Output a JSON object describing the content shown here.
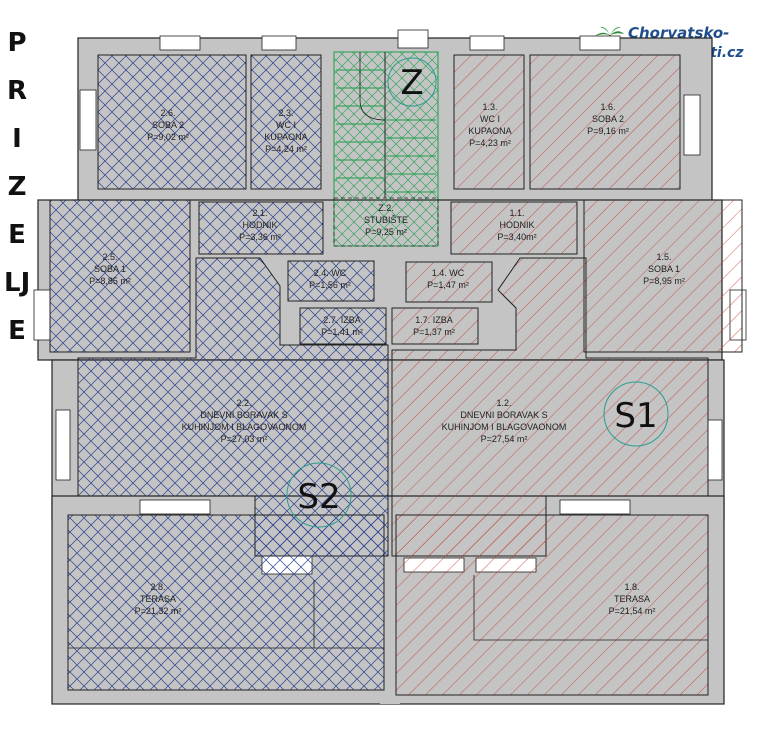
{
  "side_title": [
    "P",
    "R",
    "I",
    "Z",
    "E",
    "LJ",
    "E"
  ],
  "logo": {
    "line1": "Chorvatsko-",
    "line2": "nemovitosti.cz"
  },
  "markers": {
    "stair": "Z",
    "unit1": "S1",
    "unit2": "S2"
  },
  "rooms": {
    "r26": {
      "code": "2.6.",
      "name": "SOBA 2",
      "area": "P=9,02 m²"
    },
    "r23": {
      "code": "2.3.",
      "name": "WC I",
      "name2": "KUPAONA",
      "area": "P=4,24 m²"
    },
    "rz2": {
      "code": "Z.2.",
      "name": "STUBIŠTE",
      "area": "P=9,25 m²"
    },
    "r13": {
      "code": "1.3.",
      "name": "WC I",
      "name2": "KUPAONA",
      "area": "P=4,23 m²"
    },
    "r16": {
      "code": "1.6.",
      "name": "SOBA 2",
      "area": "P=9,16 m²"
    },
    "r21": {
      "code": "2.1.",
      "name": "HODNIK",
      "area": "P=3,36 m²"
    },
    "r11": {
      "code": "1.1.",
      "name": "HODNIK",
      "area": "P=3,40m²"
    },
    "r25": {
      "code": "2.5.",
      "name": "SOBA 1",
      "area": "P=8,85 m²"
    },
    "r15": {
      "code": "1.5.",
      "name": "SOBA 1",
      "area": "P=8,95 m²"
    },
    "r24": {
      "label": "2.4.  WC",
      "area": "P=1,56 m²"
    },
    "r14": {
      "label": "1.4.  WC",
      "area": "P=1,47 m²"
    },
    "r27": {
      "label": "2.7.  IZBA",
      "area": "P=1,41 m²"
    },
    "r17": {
      "label": "1.7.  IZBA",
      "area": "P=1,37 m²"
    },
    "r22": {
      "code": "2.2.",
      "name": "DNEVNI BORAVAK S",
      "name2": "KUHINJOM I BLAGOVAONOM",
      "area": "P=27,03 m²"
    },
    "r12": {
      "code": "1.2.",
      "name": "DNEVNI BORAVAK S",
      "name2": "KUHINJOM I BLAGOVAONOM",
      "area": "P=27,54 m²"
    },
    "r28": {
      "code": "2.8.",
      "name": "TERASA",
      "area": "P=21,32 m²"
    },
    "r18": {
      "code": "1.8.",
      "name": "TERASA",
      "area": "P=21,54 m²"
    }
  },
  "colors": {
    "wall": "#c4c4c4",
    "unit2": "#2a3f8f",
    "unit1": "#c0392b",
    "stair": "#1e9e4a",
    "marker_circle": "#2a9d8f",
    "logo": "#1f4e8c"
  }
}
